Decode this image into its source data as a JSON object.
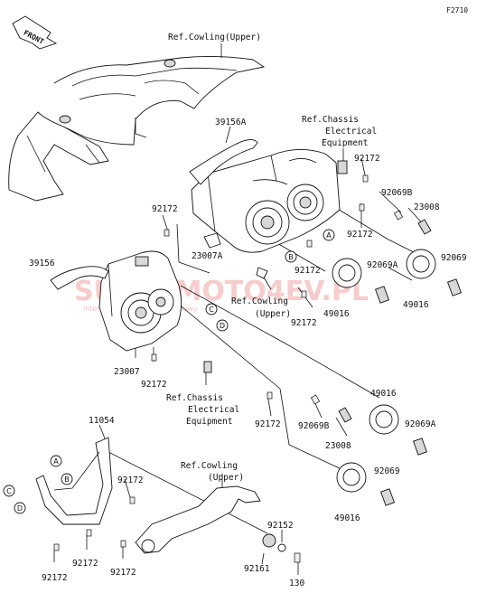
{
  "figure_code": "F2710",
  "front_label": "FRONT",
  "watermark": {
    "main": "SUPERMOTO4EV.PL",
    "sub": "internetowy sklep motocyklowy"
  },
  "reference_labels": {
    "cowling_upper_top": "Ref.Cowling(Upper)",
    "chassis_top_line1": "Ref.Chassis",
    "chassis_top_line2": "Electrical",
    "chassis_top_line3": "Equipment",
    "cowling_mid_line1": "Ref.Cowling",
    "cowling_mid_line2": "(Upper)",
    "chassis_mid_line1": "Ref.Chassis",
    "chassis_mid_line2": "Electrical",
    "chassis_mid_line3": "Equipment",
    "cowling_bottom_line1": "Ref.Cowling",
    "cowling_bottom_line2": "(Upper)"
  },
  "part_numbers": {
    "p39156A": "39156A",
    "p92172_a": "92172",
    "p92069B_a": "92069B",
    "p23008_a": "23008",
    "p92172_b": "92172",
    "p92069": "92069",
    "p92172_c": "92172",
    "p39156": "39156",
    "p23007A": "23007A",
    "p92172_d": "92172",
    "p92069A_a": "92069A",
    "p49016_a": "49016",
    "p49016_b": "49016",
    "p92172_e": "92172",
    "p23007": "23007",
    "p92172_f": "92172",
    "p49016_c": "49016",
    "p92172_g": "92172",
    "p92069B_b": "92069B",
    "p92069A_b": "92069A",
    "p23008_b": "23008",
    "p11054": "11054",
    "p92172_h": "92172",
    "p92069_b": "92069",
    "p49016_d": "49016",
    "p92152": "92152",
    "p92161": "92161",
    "p130": "130",
    "p92172_i": "92172",
    "p92172_j": "92172",
    "p92172_k": "92172"
  },
  "callouts": {
    "A": "A",
    "B": "B",
    "C": "C",
    "D": "D"
  }
}
